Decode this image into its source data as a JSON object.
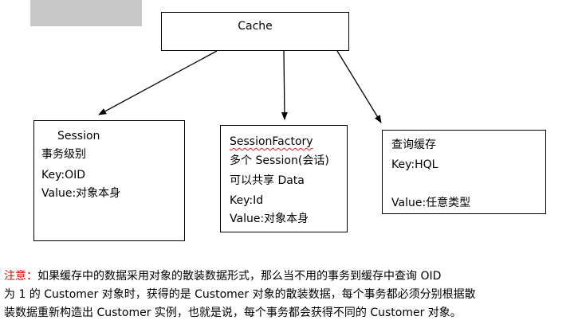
{
  "colors": {
    "gray_block": "#c8c8c8",
    "note_prefix": "#ff0000",
    "spell_underline": "#d02020"
  },
  "cache": {
    "label": "Cache"
  },
  "session": {
    "title": "Session",
    "level": "事务级别",
    "key": "Key:OID",
    "value": "Value:对象本身"
  },
  "session_factory": {
    "title": "SessionFactory",
    "line1": "多个 Session(会话)",
    "line2": "可以共享 Data",
    "key": "Key:Id",
    "value": "Value:对象本身"
  },
  "query_cache": {
    "title": "查询缓存",
    "key": "Key:HQL",
    "value": "Value:任意类型"
  },
  "note": {
    "prefix": "注意：",
    "line1": "如果缓存中的数据采用对象的散装数据形式，那么当不用的事务到缓存中查询 OID",
    "line2": "为 1 的 Customer 对象时，获得的是 Customer 对象的散装数据，每个事务都必须分别根据散",
    "line3": "装数据重新构造出 Customer 实例，也就是说，每个事务都会获得不同的 Customer 对象。"
  }
}
